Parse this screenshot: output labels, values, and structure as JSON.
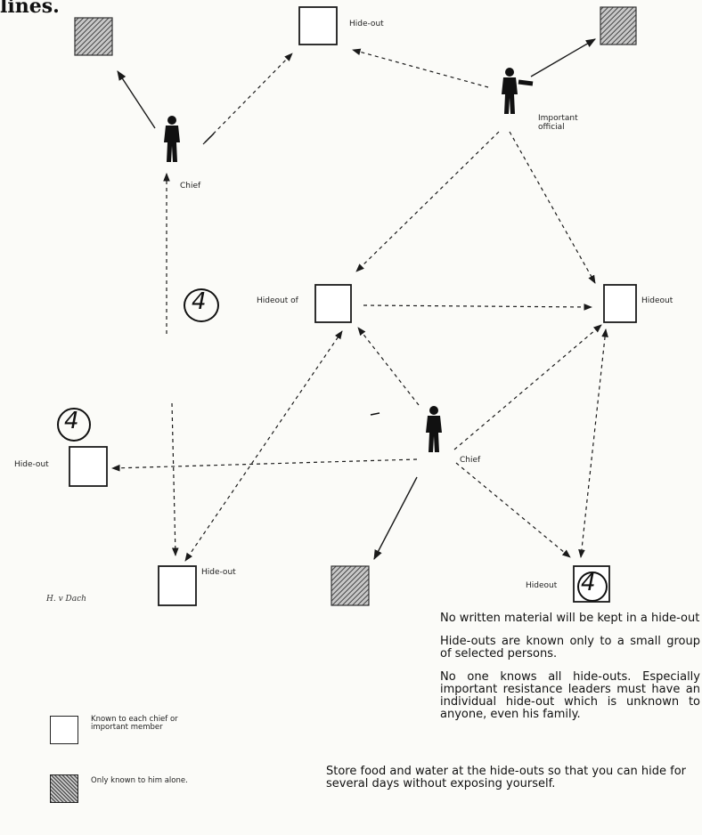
{
  "page": {
    "heading_fragment": "lines."
  },
  "labels": {
    "hideout_top": "Hide-out",
    "important_official": "Important\nofficial",
    "chief_top": "Chief",
    "hideout_of": "Hideout of",
    "hideout_right": "Hideout",
    "hideout_left": "Hide-out",
    "chief_center": "Chief",
    "hideout_bottom_left": "Hide-out",
    "hideout_bottom_right": "Hideout"
  },
  "annotations": {
    "circled_left": "4",
    "circled_mid_left": "4",
    "circled_bottom_right": "4",
    "signature": "H. v Dach"
  },
  "notes": [
    "No written material will be kept in a hide-out",
    "Hide-outs are known only to a small group of selected persons.",
    "No one knows all hide-outs. Especially important resistance leaders must have an individual hide-out which is unknown to anyone, even his family."
  ],
  "store_note": "Store food and water at the hide-outs so that you can hide for several days without exposing yourself.",
  "legend": {
    "known": "Known to each chief or important member",
    "only": "Only known to him alone."
  },
  "colors": {
    "ink": "#1a1a1a",
    "paper": "#fbfbf8",
    "hatch": "#555555"
  }
}
